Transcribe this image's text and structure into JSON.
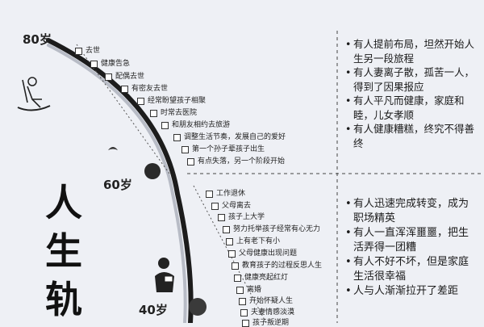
{
  "ages": {
    "a80": "80岁",
    "a60": "60岁",
    "a40": "40岁"
  },
  "big_title": [
    "人",
    "生",
    "轨"
  ],
  "events_upper": [
    "去世",
    "健康告急",
    "配偶去世",
    "有密友去世",
    "经常盼望孩子相聚",
    "时常去医院",
    "和朋友相约去旅游",
    "调整生活节奏，发展自己的爱好",
    "第一个孙子辈孩子出生",
    "有点失落，另一个阶段开始"
  ],
  "events_lower": [
    "工作退休",
    "父母离去",
    "孩子上大学",
    "努力托举孩子经常有心无力",
    "上有老下有小",
    "父母健康出现问题",
    "教育孩子的过程反思人生",
    "健康亮起红灯",
    "离婚",
    "开始怀疑人生",
    "夫妻情感淡漠",
    "孩子叛逆期"
  ],
  "panel_upper": [
    "有人提前布局，坦然开始人生另一段旅程",
    "有人妻离子散，孤苦一人，得到了因果报应",
    "有人平凡而健康，家庭和睦，儿女孝顺",
    "有人健康糟糕，终究不得善终"
  ],
  "panel_lower": [
    "有人迅速完成转变，成为职场精英",
    "有人一直浑浑噩噩，把生活弄得一团糟",
    "有人不好不坏，但是家庭生活很幸福",
    "人与人渐渐拉开了差距"
  ],
  "colors": {
    "arc": "#1c1c1c",
    "dashed": "#444444",
    "background": "#eef0f5"
  }
}
